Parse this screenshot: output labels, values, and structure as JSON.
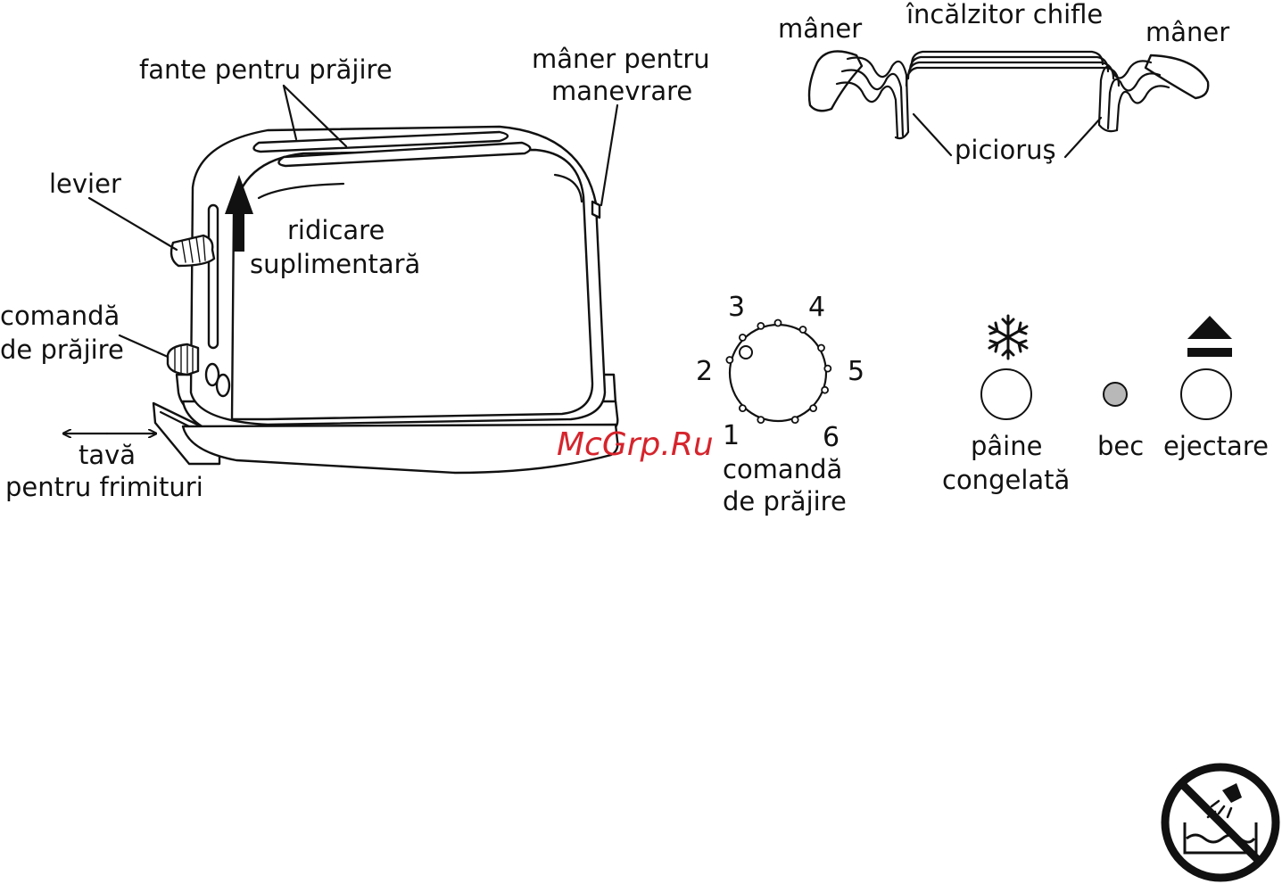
{
  "labels": {
    "slots": "fante pentru prăjire",
    "handle": [
      "mâner pentru",
      "manevrare"
    ],
    "lever": "levier",
    "extra_lift": [
      "ridicare",
      "suplimentară"
    ],
    "browning_control": [
      "comandă",
      "de prăjire"
    ],
    "crumb_tray": [
      "tavă",
      "pentru frimituri"
    ],
    "warmer_handle_left": "mâner",
    "warmer_handle_right": "mâner",
    "bun_warmer": "încălzitor chifle",
    "warmer_feet": "picioruş"
  },
  "dial": {
    "numbers": [
      "1",
      "2",
      "3",
      "4",
      "5",
      "6"
    ],
    "label": [
      "comandă",
      "de prăjire"
    ]
  },
  "buttons": {
    "frozen": [
      "pâine",
      "congelată"
    ],
    "lamp": "bec",
    "eject": "ejectare",
    "frozen_icon": "snowflake-icon",
    "eject_icon": "eject-icon"
  },
  "watermark": "McGrp.Ru",
  "warning_icon": "no-immersion-icon",
  "colors": {
    "ink": "#111111",
    "lamp": "#b8b8b8",
    "watermark": "#d6242c"
  }
}
